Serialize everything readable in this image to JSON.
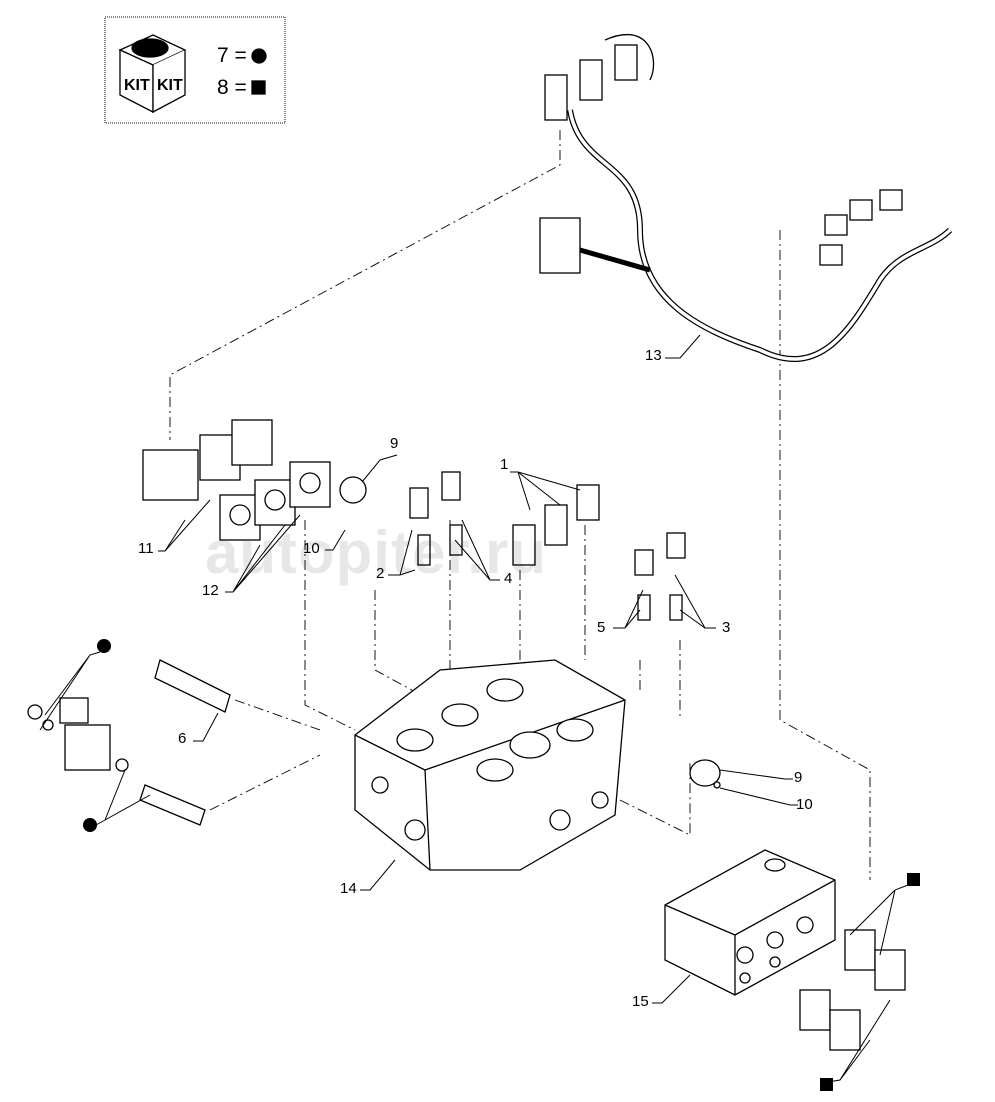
{
  "kit": {
    "box_text_left": "KIT",
    "box_text_right": "KIT",
    "legend": [
      {
        "number": "7",
        "equals": "=",
        "symbol": "circle"
      },
      {
        "number": "8",
        "equals": "=",
        "symbol": "square"
      }
    ]
  },
  "watermark": "autopiter.ru",
  "callouts": {
    "c1": "1",
    "c2": "2",
    "c3": "3",
    "c4": "4",
    "c5": "5",
    "c6": "6",
    "c9a": "9",
    "c10a": "10",
    "c9b": "9",
    "c10b": "10",
    "c11": "11",
    "c12": "12",
    "c13": "13",
    "c14": "14",
    "c15": "15"
  },
  "colors": {
    "ink": "#000000",
    "paper": "#ffffff"
  }
}
